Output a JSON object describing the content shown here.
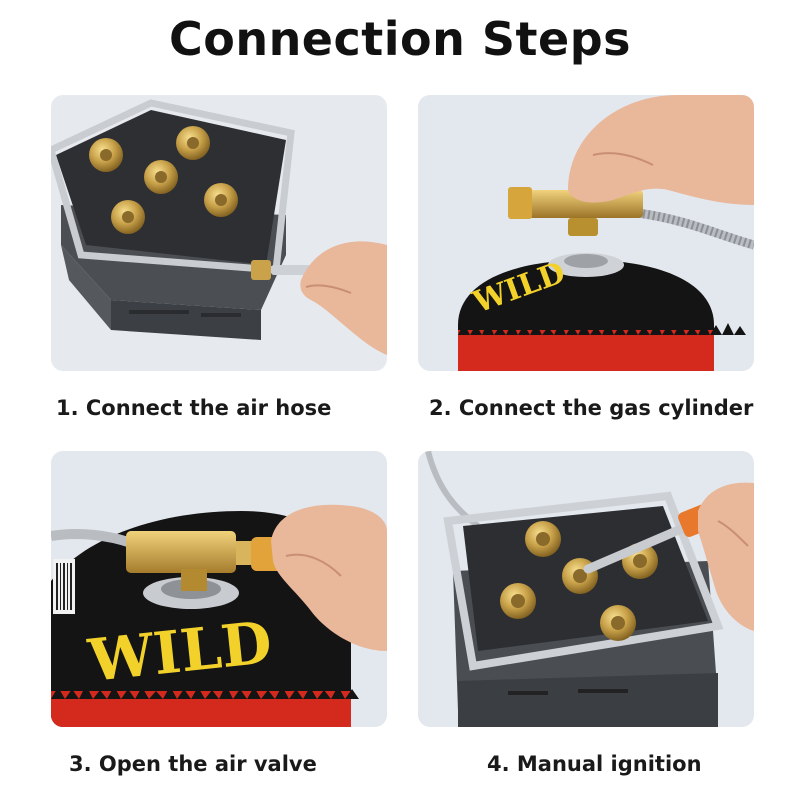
{
  "title": "Connection Steps",
  "steps": [
    {
      "caption": "1. Connect the air hose"
    },
    {
      "caption": "2. Connect the gas cylinder"
    },
    {
      "caption": "3. Open the air valve"
    },
    {
      "caption": "4. Manual ignition"
    }
  ],
  "canister_brand": "WILD",
  "colors": {
    "panel_bg": "#e3e8ee",
    "stove_body": "#4a4d52",
    "brass": "#c9a24a",
    "canister_black": "#141414",
    "canister_red": "#d42a1e",
    "wild_yellow": "#f2d22a",
    "skin": "#e9b79a"
  }
}
